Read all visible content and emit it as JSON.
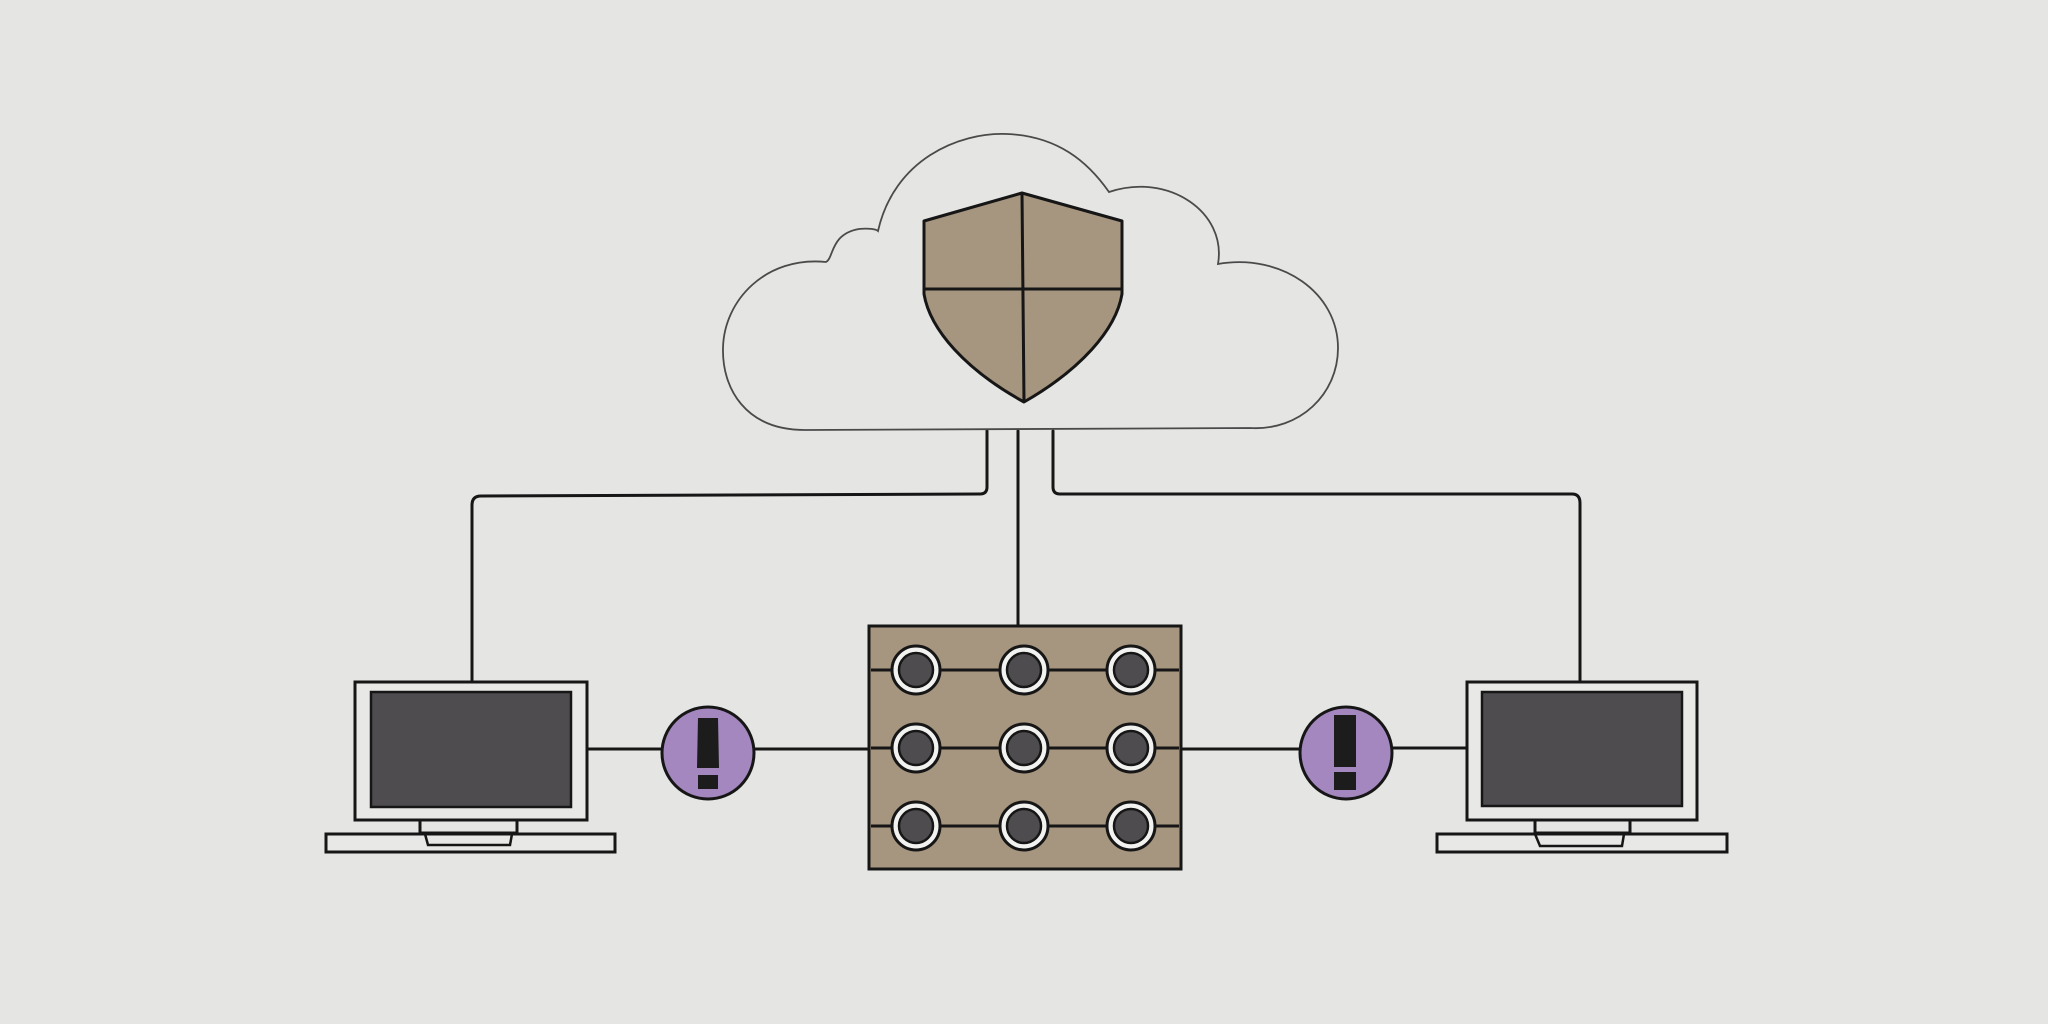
{
  "diagram": {
    "type": "network-security",
    "colors": {
      "background": "#e5e5e3",
      "stroke": "#161616",
      "cloud_stroke": "#4a4a4a",
      "shield_fill": "#a6957f",
      "server_fill": "#a6957f",
      "port_fill": "#4f4c50",
      "screen_fill": "#4f4c50",
      "alert_fill": "#a387be",
      "alert_mark": "#1c1c1c"
    },
    "nodes": [
      {
        "id": "cloud",
        "icon": "cloud-icon"
      },
      {
        "id": "shield",
        "icon": "shield-icon"
      },
      {
        "id": "server",
        "icon": "server-rack-icon",
        "ports": 9
      },
      {
        "id": "laptop-left",
        "icon": "laptop-icon"
      },
      {
        "id": "laptop-right",
        "icon": "laptop-icon"
      },
      {
        "id": "alert-left",
        "icon": "exclamation-icon"
      },
      {
        "id": "alert-right",
        "icon": "exclamation-icon"
      }
    ],
    "edges": [
      {
        "from": "cloud",
        "to": "laptop-left"
      },
      {
        "from": "cloud",
        "to": "server"
      },
      {
        "from": "cloud",
        "to": "laptop-right"
      },
      {
        "from": "laptop-left",
        "to": "alert-left"
      },
      {
        "from": "alert-left",
        "to": "server"
      },
      {
        "from": "server",
        "to": "alert-right"
      },
      {
        "from": "alert-right",
        "to": "laptop-right"
      }
    ]
  }
}
